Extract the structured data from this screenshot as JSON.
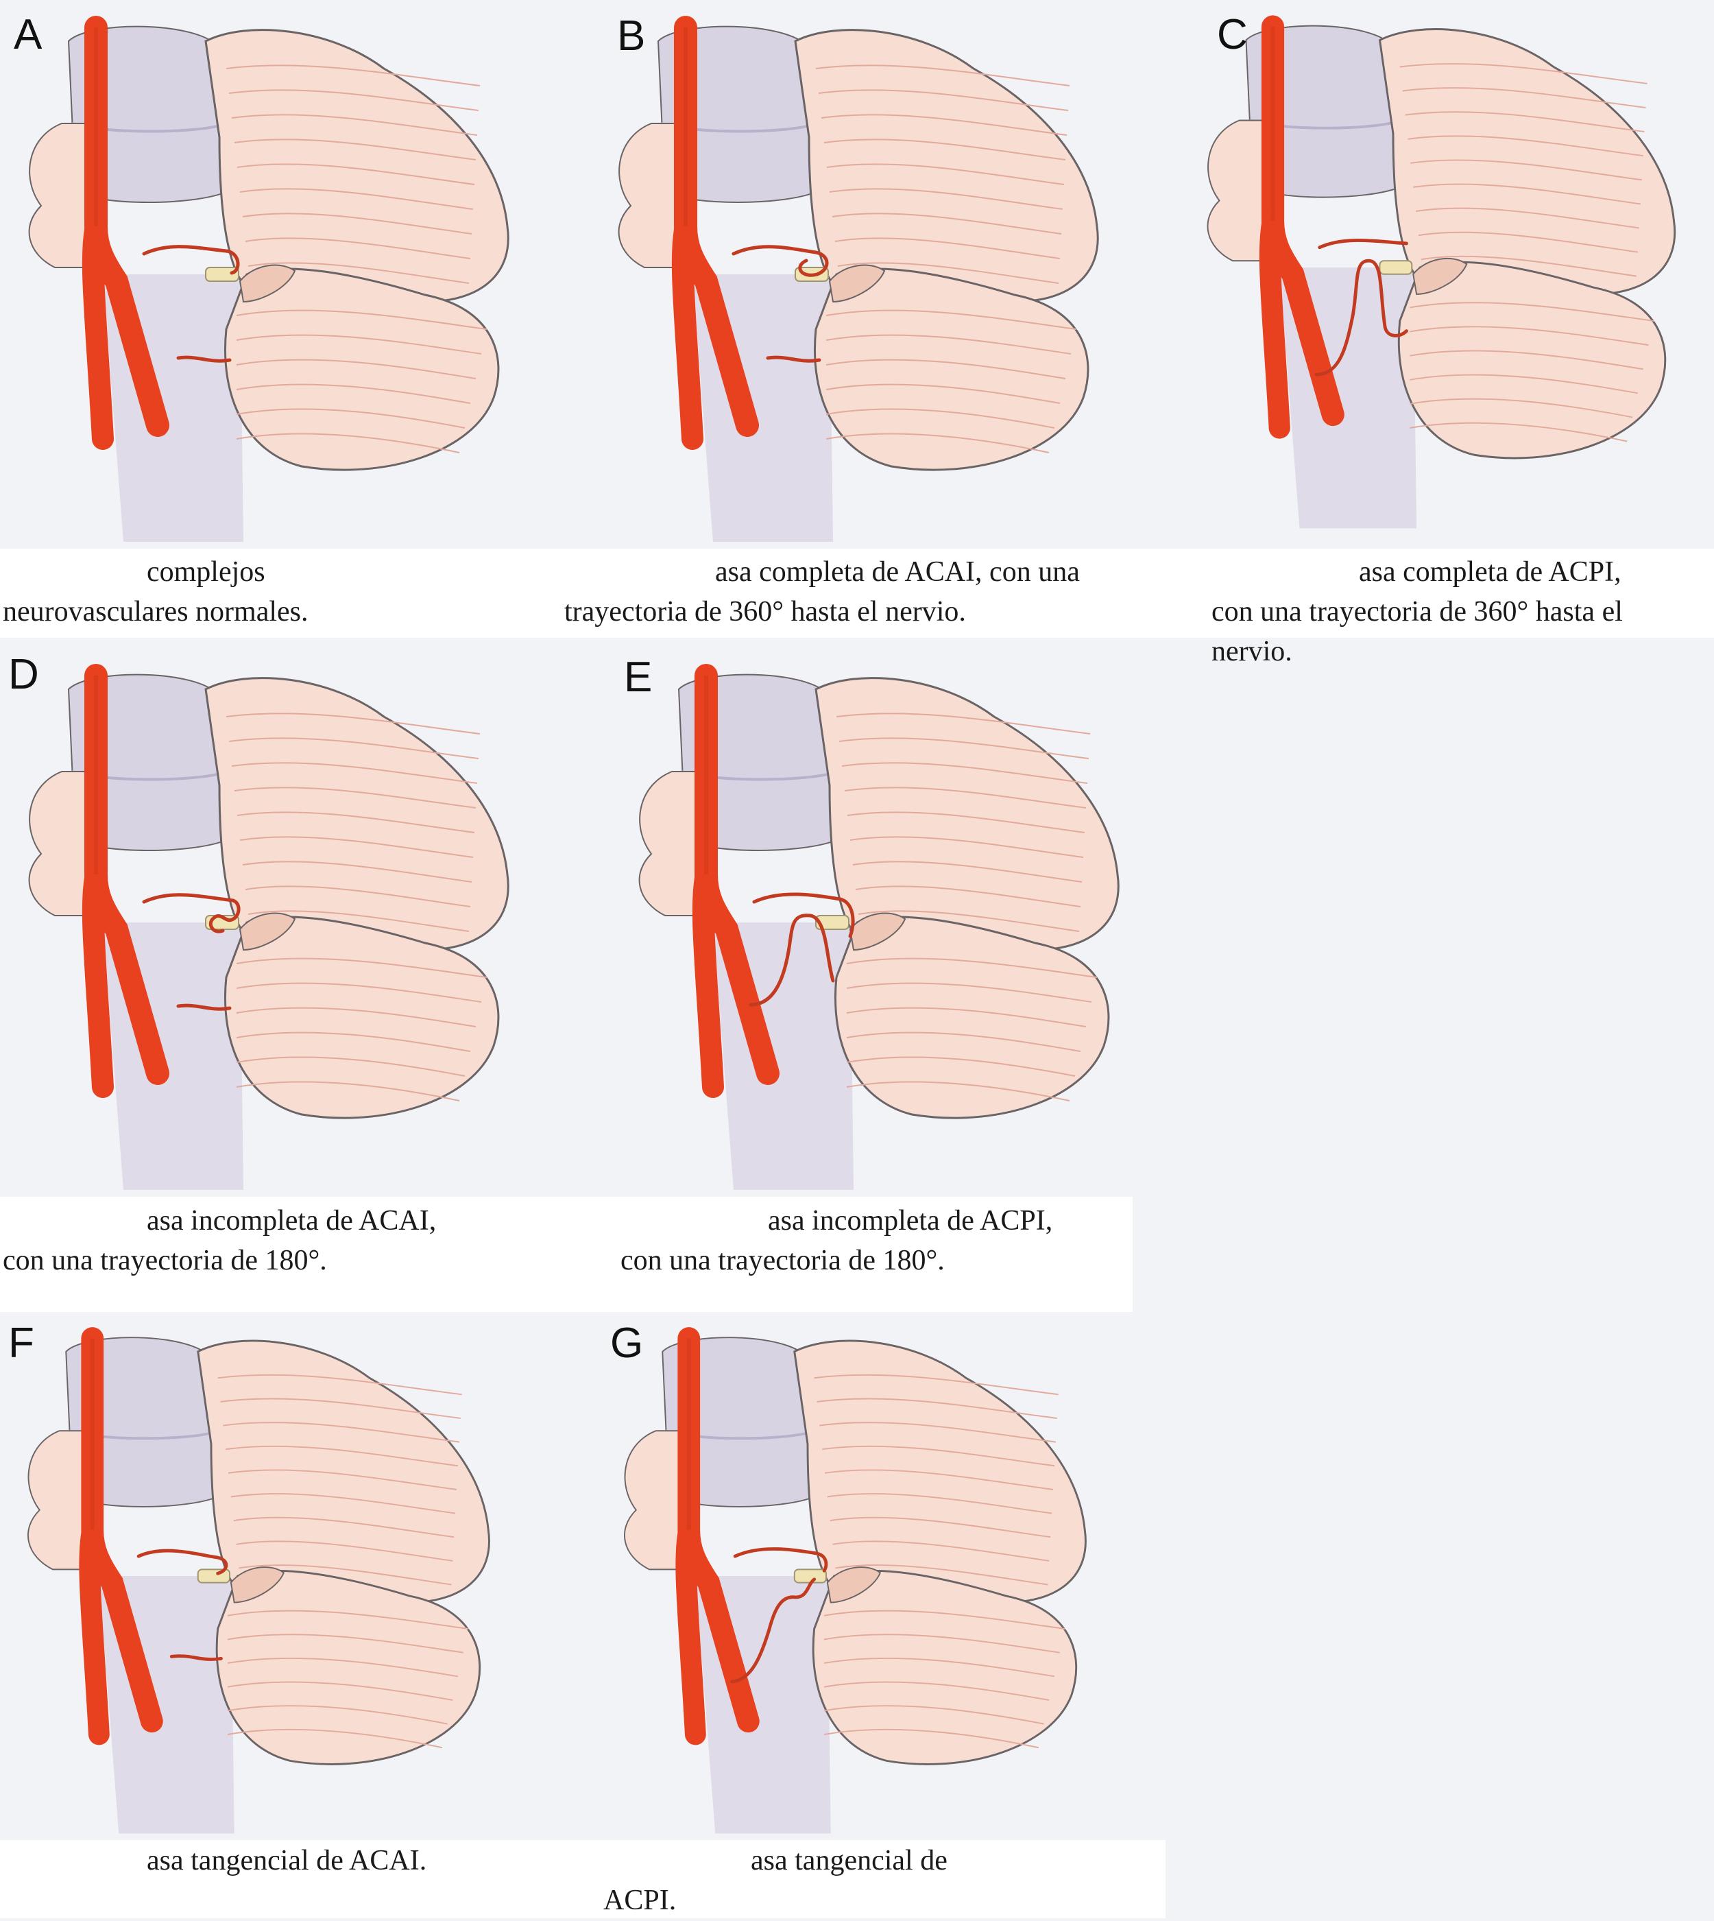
{
  "colors": {
    "background": "#f2f3f6",
    "artery": "#e7411f",
    "cerebellum": "#f7ddd2",
    "cerebellum_lines": "#e3aa9c",
    "brainstem": "#d8d3e3",
    "nerve": "#f0e4b4",
    "outline": "#6b6466"
  },
  "panels": [
    {
      "letter": "A",
      "loop": "normal",
      "caption_lines": [
        "complejos",
        "neurovasculares normales."
      ]
    },
    {
      "letter": "B",
      "loop": "acai-360",
      "caption_lines": [
        "asa completa de ACAI, con una",
        "trayectoria de 360° hasta el nervio."
      ]
    },
    {
      "letter": "C",
      "loop": "acpi-360",
      "caption_lines": [
        "asa completa de ACPI,",
        "con una trayectoria de 360° hasta el",
        "nervio."
      ]
    },
    {
      "letter": "D",
      "loop": "acai-180",
      "caption_lines": [
        "asa incompleta de ACAI,",
        "con una trayectoria de 180°."
      ]
    },
    {
      "letter": "E",
      "loop": "acpi-180",
      "caption_lines": [
        "asa incompleta de ACPI,",
        "con una trayectoria de 180°."
      ]
    },
    {
      "letter": "F",
      "loop": "acai-tangential",
      "caption_lines": [
        "asa tangencial de ACAI."
      ]
    },
    {
      "letter": "G",
      "loop": "acpi-tangential",
      "caption_lines": [
        "asa tangencial de",
        "ACPI."
      ]
    }
  ]
}
